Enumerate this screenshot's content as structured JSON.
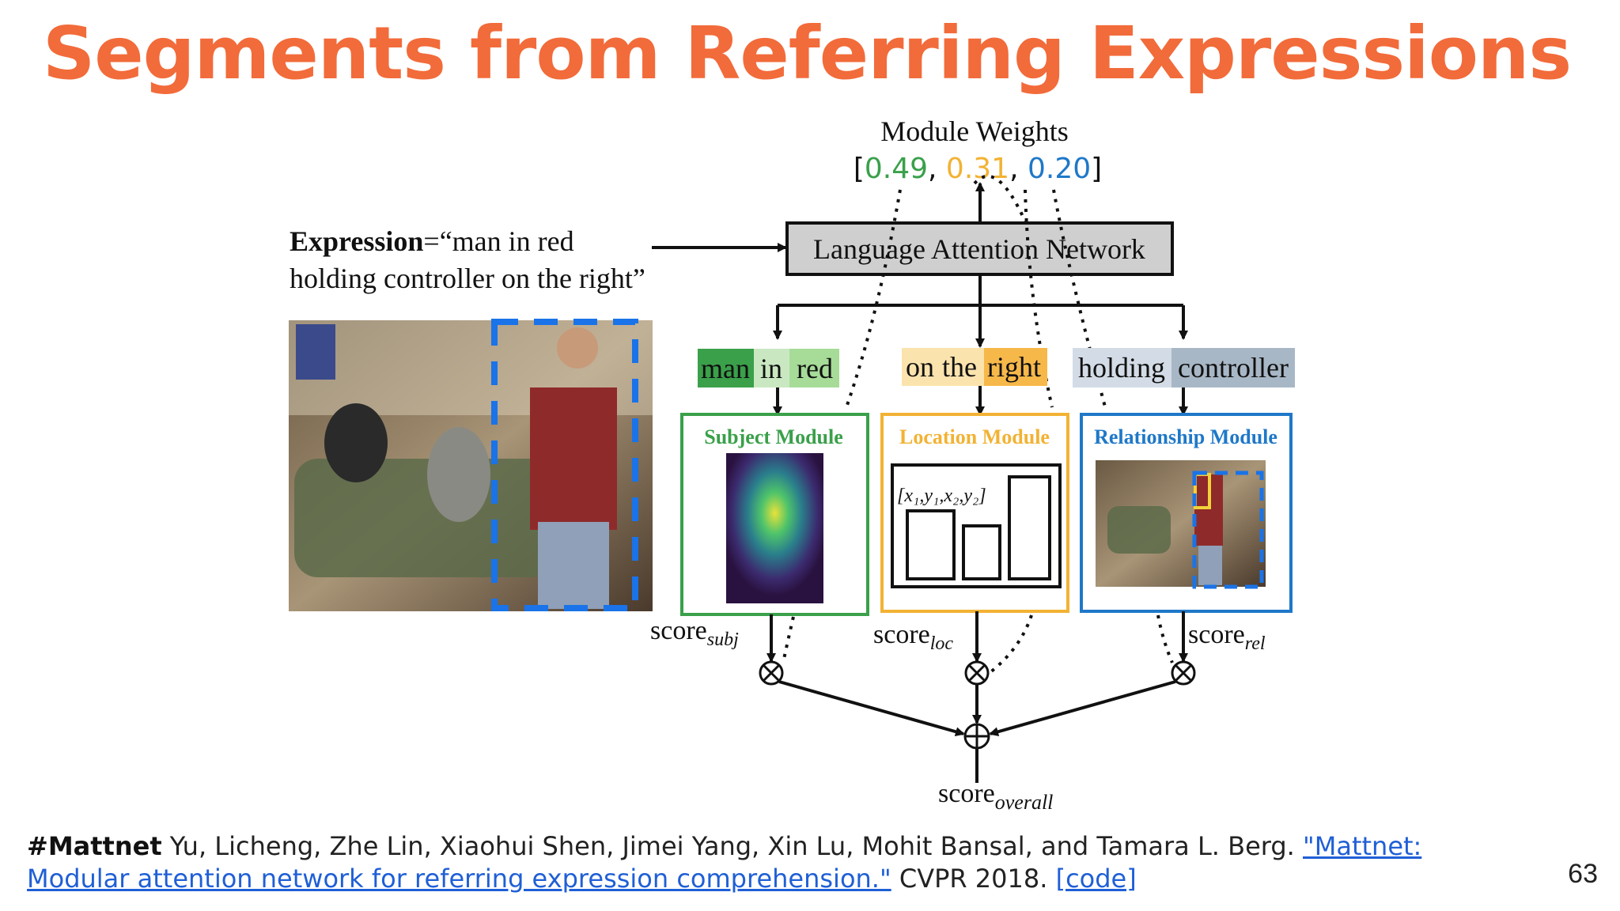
{
  "slide": {
    "title": "Segments from Referring Expressions",
    "page_number": "63"
  },
  "diagram": {
    "module_weights_label": "Module Weights",
    "weights": {
      "open": "[",
      "w1": "0.49",
      "sep1": ", ",
      "w2": "0.31",
      "sep2": ", ",
      "w3": "0.20",
      "close": "]"
    },
    "expression_bold": "Expression",
    "expression_line1_rest": "=“man in red",
    "expression_line2": "holding controller  on the right”",
    "lan_label": "Language Attention  Network",
    "phrases": {
      "subject": [
        "man",
        "in",
        "red"
      ],
      "location": [
        "on",
        "the",
        "right"
      ],
      "relationship": [
        "holding",
        "controller"
      ]
    },
    "modules": {
      "subject": "Subject Module",
      "location": "Location Module",
      "relationship": "Relationship Module"
    },
    "location_coords": "[x₁,y₁,x₂,y₂]",
    "scores": {
      "subj_base": "score",
      "subj_sub": "subj",
      "loc_base": "score",
      "loc_sub": "loc",
      "rel_base": "score",
      "rel_sub": "rel",
      "overall_base": "score",
      "overall_sub": "overall"
    },
    "colors": {
      "subject": "#3aa04a",
      "location": "#f2b233",
      "relationship": "#1f78c8",
      "lan_fill": "#cfcfcf",
      "selection_box": "#1a73e8"
    }
  },
  "citation": {
    "tag": "#Mattnet",
    "authors": " Yu, Licheng, Zhe Lin, Xiaohui Shen, Jimei Yang, Xin Lu, Mohit Bansal, and Tamara L. Berg. ",
    "paper_title": "\"Mattnet: Modular attention network for referring expression comprehension.\"",
    "venue": " CVPR 2018. ",
    "code_link": "[code]"
  }
}
